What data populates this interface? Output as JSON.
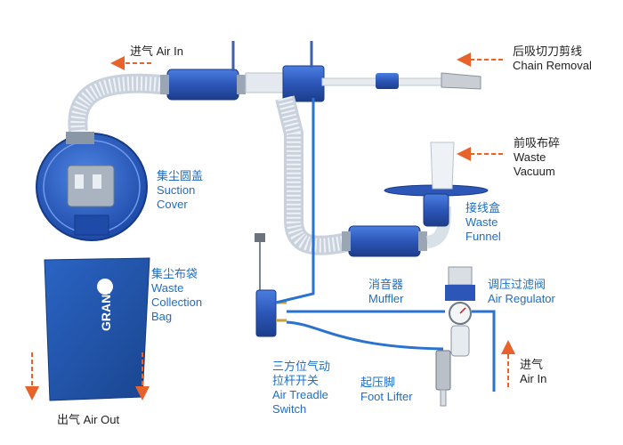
{
  "colors": {
    "label_blue": "#1d6fc4",
    "label_dark": "#222222",
    "arrow_orange": "#e8622c",
    "device_blue": "#2c56b8",
    "hose_white": "#dfe6ee",
    "air_line_blue": "#2a72d0"
  },
  "labels": {
    "air_in_top": "进气 Air In",
    "chain_removal_cn": "后吸切刀剪线",
    "chain_removal_en": "Chain Removal",
    "waste_vacuum_cn": "前吸布碎",
    "waste_vacuum_en1": "Waste",
    "waste_vacuum_en2": "Vacuum",
    "suction_cover_cn": "集尘圆盖",
    "suction_cover_en1": "Suction",
    "suction_cover_en2": "Cover",
    "waste_funnel_cn": "接线盒",
    "waste_funnel_en1": "Waste",
    "waste_funnel_en2": "Funnel",
    "collection_bag_cn": "集尘布袋",
    "collection_bag_en1": "Waste",
    "collection_bag_en2": "Collection",
    "collection_bag_en3": "Bag",
    "muffler_cn": "消音器",
    "muffler_en": "Muffler",
    "air_regulator_cn": "调压过滤阀",
    "air_regulator_en": "Air Regulator",
    "treadle_cn1": "三方位气动",
    "treadle_cn2": "拉杆开关",
    "treadle_en1": "Air Treadle",
    "treadle_en2": "Switch",
    "foot_lifter_cn": "起压脚",
    "foot_lifter_en": "Foot Lifter",
    "air_in_right_cn": "进气",
    "air_in_right_en": "Air In",
    "air_out": "出气 Air Out",
    "bag_brand": "GRAND"
  }
}
